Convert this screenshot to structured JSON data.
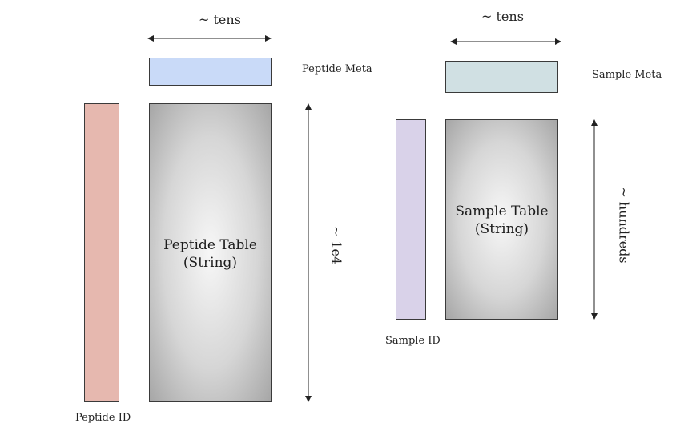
{
  "colors": {
    "peptide_id": "#e6b8af",
    "peptide_meta": "#c9daf8",
    "sample_id": "#d9d2e9",
    "sample_meta": "#d0e0e3",
    "table_center": "#f7f7f7",
    "table_edge": "#a6a6a6",
    "outline": "#3a3a3a"
  },
  "peptide": {
    "width_dim": "~ tens",
    "height_dim": "~ 1e4",
    "meta_label": "Peptide Meta",
    "id_label": "Peptide ID",
    "table_line1": "Peptide Table",
    "table_line2": "(String)"
  },
  "sample": {
    "width_dim": "~ tens",
    "height_dim": "~ hundreds",
    "meta_label": "Sample Meta",
    "id_label": "Sample ID",
    "table_line1": "Sample Table",
    "table_line2": "(String)"
  }
}
